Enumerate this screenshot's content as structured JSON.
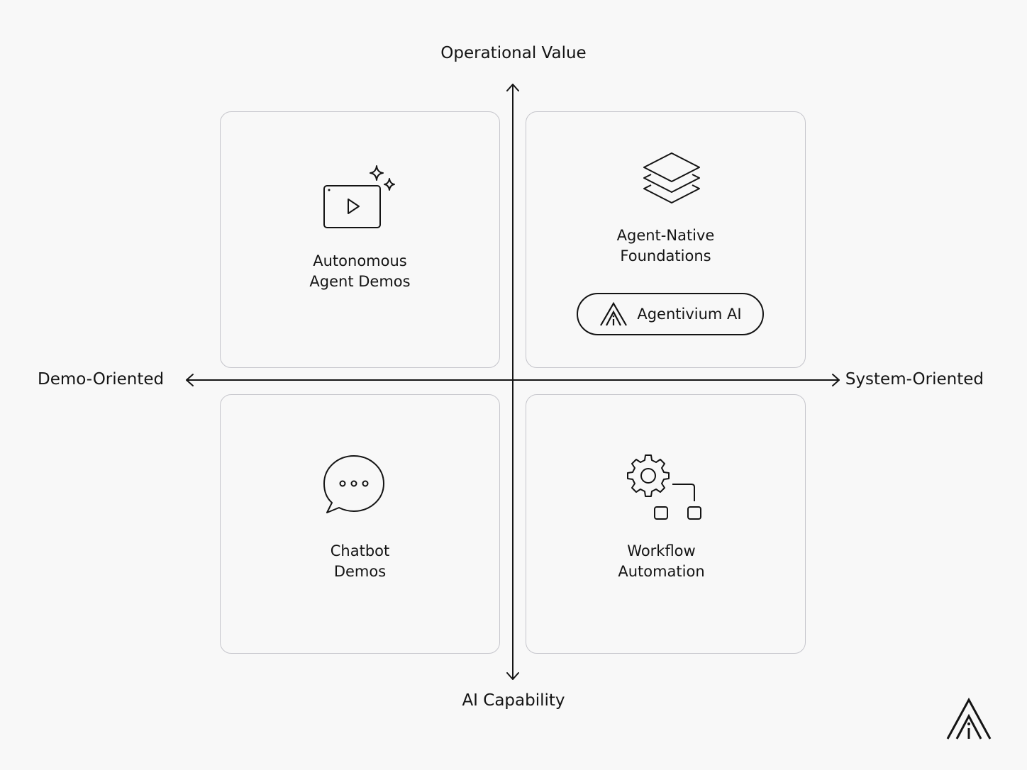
{
  "axes": {
    "top": "Operational Value",
    "bottom": "AI Capability",
    "left": "Demo-Oriented",
    "right": "System-Oriented"
  },
  "quadrants": {
    "top_left": {
      "line1": "Autonomous",
      "line2": "Agent Demos",
      "icon": "video-sparkle-icon"
    },
    "top_right": {
      "line1": "Agent-Native",
      "line2": "Foundations",
      "icon": "layers-icon",
      "badge": {
        "label": "Agentivium AI",
        "icon": "agentivium-logo-icon"
      }
    },
    "bottom_left": {
      "line1": "Chatbot",
      "line2": "Demos",
      "icon": "chat-bubble-icon"
    },
    "bottom_right": {
      "line1": "Workflow",
      "line2": "Automation",
      "icon": "gear-workflow-icon"
    }
  },
  "brand": {
    "logo": "agentivium-logo-icon",
    "ink_color": "#141414",
    "border_color": "#c6c6cc",
    "background_color": "#f8f8f8"
  }
}
